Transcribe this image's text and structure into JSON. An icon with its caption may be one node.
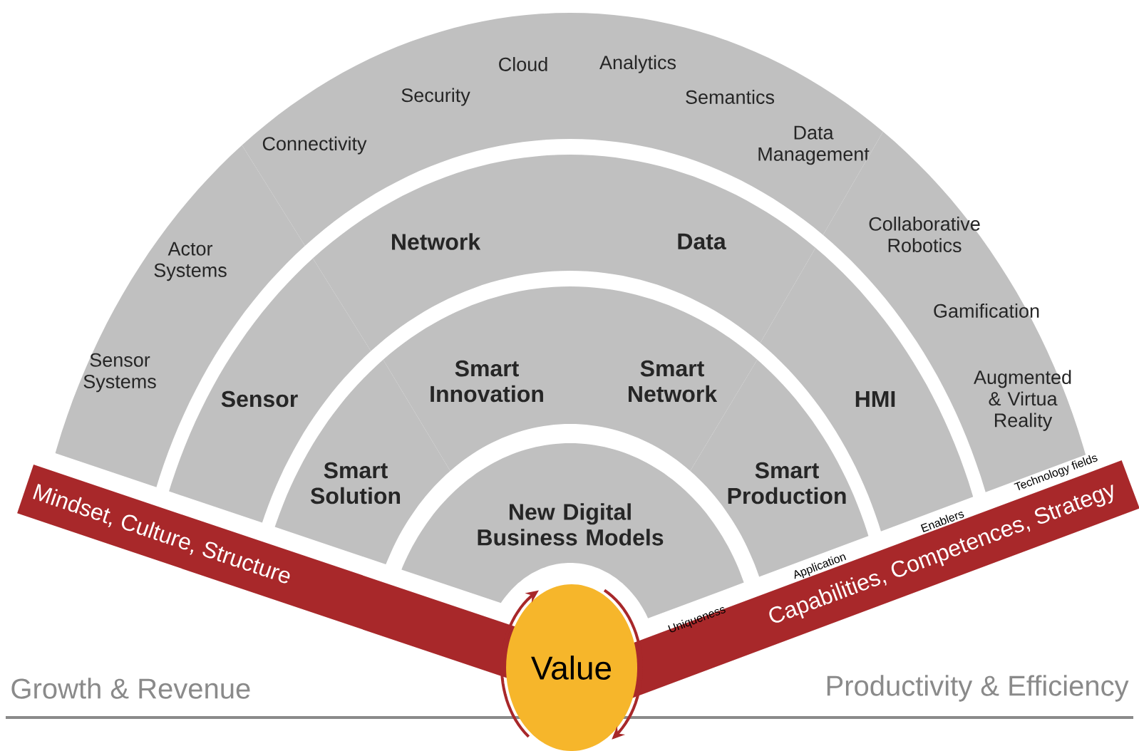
{
  "diagram": {
    "nodes": [
      {
        "text": [
          "Actor Systems",
          "Sensor Systems"
        ]
      },
      {
        "text": [
          "Connectivity",
          "Security",
          "Cloud"
        ]
      },
      {
        "text": [
          "Analytics",
          "Semantics",
          "Data Management"
        ]
      },
      {
        "text": [
          "Collaborative Robotics",
          "Gamification",
          "Augmented & Virtua Reality"
        ]
      },
      {
        "text": [
          "Sensor"
        ]
      },
      {
        "text": [
          "Network"
        ]
      },
      {
        "text": [
          "Data"
        ]
      },
      {
        "text": [
          "HMI"
        ]
      },
      {
        "text": [
          "Smart Solution"
        ]
      },
      {
        "text": [
          "Smart Innovation"
        ]
      },
      {
        "text": [
          "Smart Network"
        ]
      },
      {
        "text": [
          "Smart Production"
        ]
      },
      {
        "text": [
          "New Digital Business Models"
        ]
      },
      {
        "text": [
          "Value"
        ]
      },
      {
        "text": [
          "Mindset, Culture, Structure"
        ]
      },
      {
        "text": [
          "Capabilities, Competences, Strategy"
        ]
      }
    ],
    "labels": [
      "Technology fields",
      "Enablers",
      "Application",
      "Uniqueness",
      "Growth & Revenue",
      "Productivity & Efficiency"
    ]
  }
}
